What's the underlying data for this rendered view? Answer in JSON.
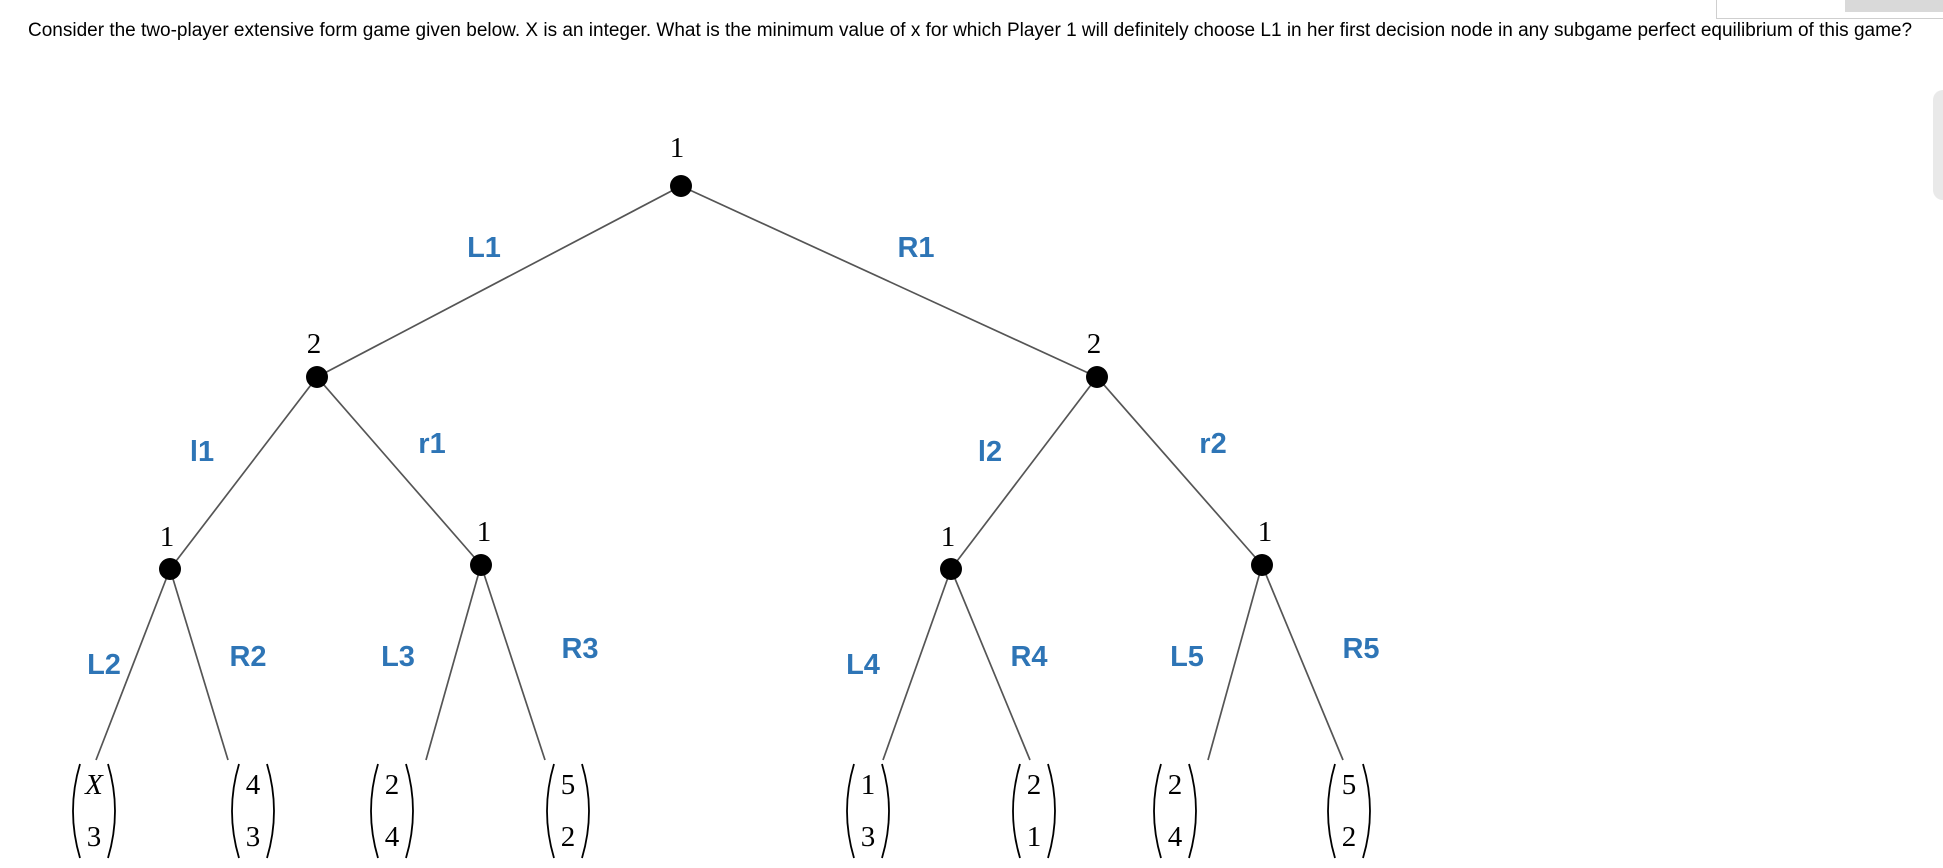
{
  "question": {
    "text": "Consider the two-player extensive form game given below. X is an integer. What is the minimum value of x for which Player 1 will definitely choose L1 in her first decision node in any subgame perfect equilibrium of this game?"
  },
  "colors": {
    "action_label": "#2e75b6",
    "edge": "#555555",
    "node": "#000000",
    "text": "#000000"
  },
  "tree": {
    "nodes": [
      {
        "id": "root",
        "player": "1"
      },
      {
        "id": "p2-left",
        "player": "2"
      },
      {
        "id": "p2-right",
        "player": "2"
      },
      {
        "id": "p1-a",
        "player": "1"
      },
      {
        "id": "p1-b",
        "player": "1"
      },
      {
        "id": "p1-c",
        "player": "1"
      },
      {
        "id": "p1-d",
        "player": "1"
      }
    ],
    "actions": [
      {
        "id": "L1",
        "label": "L1"
      },
      {
        "id": "R1",
        "label": "R1"
      },
      {
        "id": "l1",
        "label": "l1"
      },
      {
        "id": "r1",
        "label": "r1"
      },
      {
        "id": "l2",
        "label": "l2"
      },
      {
        "id": "r2",
        "label": "r2"
      },
      {
        "id": "L2",
        "label": "L2"
      },
      {
        "id": "R2",
        "label": "R2"
      },
      {
        "id": "L3",
        "label": "L3"
      },
      {
        "id": "R3",
        "label": "R3"
      },
      {
        "id": "L4",
        "label": "L4"
      },
      {
        "id": "R4",
        "label": "R4"
      },
      {
        "id": "L5",
        "label": "L5"
      },
      {
        "id": "R5",
        "label": "R5"
      }
    ],
    "payoffs": [
      {
        "id": "L2",
        "top": "X",
        "bottom": "3"
      },
      {
        "id": "R2",
        "top": "4",
        "bottom": "3"
      },
      {
        "id": "L3",
        "top": "2",
        "bottom": "4"
      },
      {
        "id": "R3",
        "top": "5",
        "bottom": "2"
      },
      {
        "id": "L4",
        "top": "1",
        "bottom": "3"
      },
      {
        "id": "R4",
        "top": "2",
        "bottom": "1"
      },
      {
        "id": "L5",
        "top": "2",
        "bottom": "4"
      },
      {
        "id": "R5",
        "top": "5",
        "bottom": "2"
      }
    ]
  }
}
